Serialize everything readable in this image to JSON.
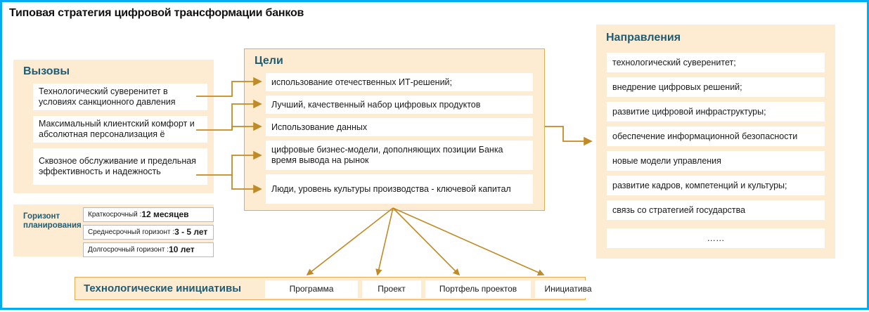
{
  "title": "Типовая стратегия цифровой трансформации банков",
  "colors": {
    "frame_border": "#00aeef",
    "panel_fill": "#fdebd2",
    "panel_border": "#e0ad52",
    "heading": "#1f5c73",
    "connector": "#c08a26",
    "box_fill": "#ffffff"
  },
  "challenges": {
    "heading": "Вызовы",
    "items": [
      "Технологический  суверенитет в условиях санкционного давления",
      "Максимальный  клиентский комфорт и абсолютная  персонализация  ё",
      "Сквозное обслуживание  и предельная  эффективность  и надежность"
    ]
  },
  "goals": {
    "heading": "Цели",
    "items": [
      "использование  отечественных  ИТ-решений;",
      "Лучший, качественный  набор цифровых  продуктов",
      "Использование  данных",
      "цифровые  бизнес-модели, дополняющих позиции Банка время вывода на рынок",
      "Люди, уровень культуры производства  - ключевой капитал"
    ]
  },
  "directions": {
    "heading": "Направления",
    "items": [
      "технологический суверенитет;",
      "внедрение цифровых решений;",
      "развитие  цифровой  инфраструктуры;",
      "обеспечение  информационной  безопасности",
      "новые модели  управления",
      "развитие  кадров, компетенций  и культуры;",
      "связь со стратегией  государства",
      "……"
    ]
  },
  "horizon": {
    "heading": "Горизонт планирования",
    "rows": [
      {
        "label": "Краткосрочный  : ",
        "value": "12 месяцев"
      },
      {
        "label": "Среднесрочный горизонт : ",
        "value": "3 - 5 лет"
      },
      {
        "label": "Долгосрочный горизонт : ",
        "value": "10 лет"
      }
    ]
  },
  "initiatives": {
    "heading": "Технологические инициативы",
    "items": [
      "Программа",
      "Проект",
      "Портфель  проектов",
      "Инициатива"
    ]
  }
}
